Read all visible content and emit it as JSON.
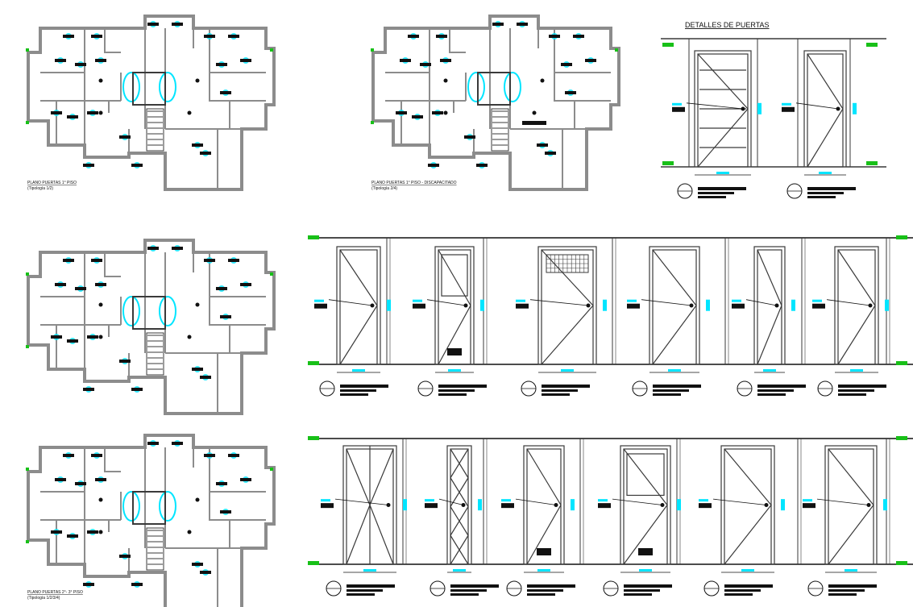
{
  "drawing": {
    "title_detalles": "DETALLES DE PUERTAS",
    "plan_1_label": "PLANO PUERTAS 1° PISO",
    "plan_1_scale": "(Tipología 1/2)",
    "plan_2_label": "PLANO PUERTAS 1° PISO - DISCAPACITADO",
    "plan_2_scale": "(Tipología 2/4)",
    "plan_4_label": "PLANO PUERTAS 2°- 3° PISO",
    "plan_4_scale": "(Tipología 1/2/3/4)"
  },
  "colors": {
    "line": "#3a3a3a",
    "wall": "#8c8c8c",
    "annotation": "#00e5ff",
    "marker": "#18c018",
    "label": "#111111"
  }
}
